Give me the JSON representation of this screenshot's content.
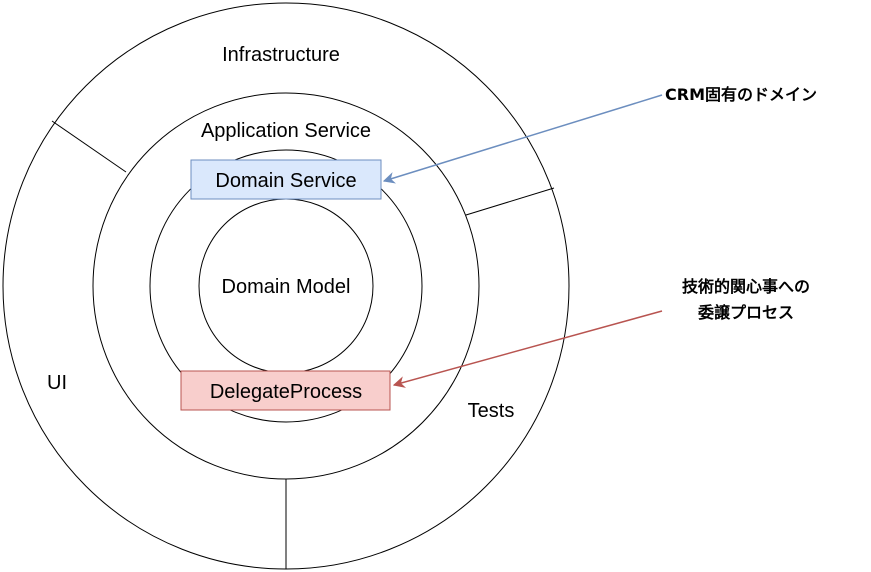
{
  "rings": {
    "outer_label": "Infrastructure",
    "ui_label": "UI",
    "tests_label": "Tests",
    "application_label": "Application Service",
    "core_label": "Domain Model"
  },
  "boxes": {
    "domain_service": {
      "label": "Domain Service",
      "fill": "#dae8fc",
      "stroke": "#6c8ebf"
    },
    "delegate_process": {
      "label": "DelegateProcess",
      "fill": "#f8cecc",
      "stroke": "#b85450"
    }
  },
  "annotations": {
    "crm_domain": {
      "text": "CRM固有のドメイン",
      "color": "#6c8ebf"
    },
    "delegation": {
      "lines": [
        "技術的関心事への",
        "委譲プロセス"
      ],
      "color": "#b85450"
    }
  }
}
